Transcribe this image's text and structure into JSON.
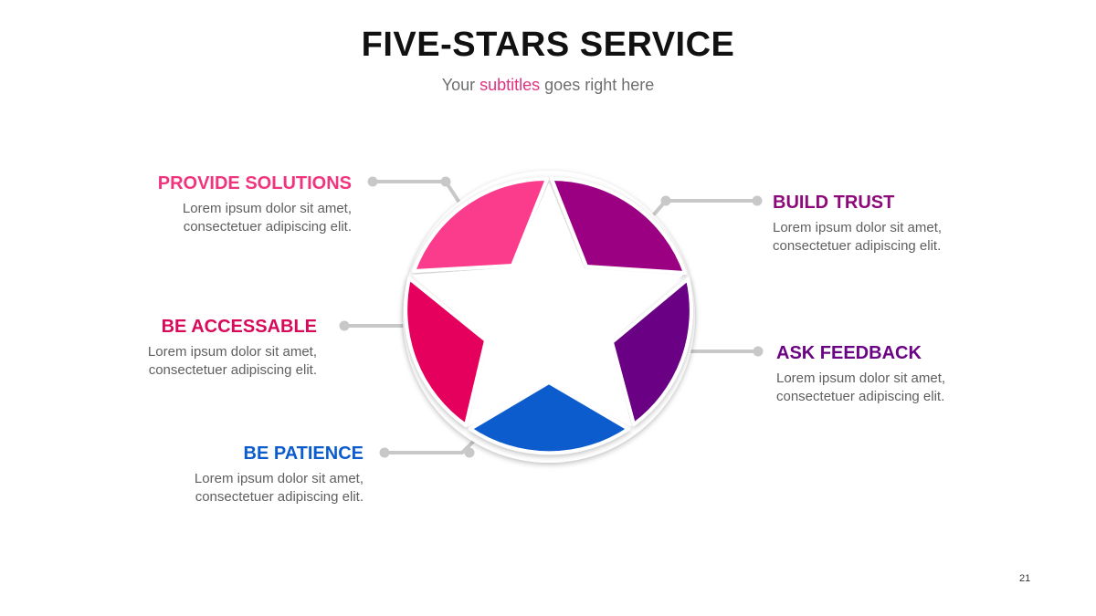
{
  "title": "FIVE-STARS SERVICE",
  "subtitle": {
    "before": "Your ",
    "highlight": "subtitles",
    "after": " goes right here"
  },
  "colors": {
    "provide": "#fb3b8c",
    "trust": "#9c0282",
    "feedback": "#6a0484",
    "patience": "#0d5ccd",
    "accessable": "#e5045d",
    "connector": "#c8c8c8",
    "subtitle_highlight": "#e2317f"
  },
  "items": [
    {
      "id": "provide-solutions",
      "title": "PROVIDE SOLUTIONS",
      "text_line1": "Lorem ipsum dolor sit amet,",
      "text_line2": "consectetuer adipiscing elit.",
      "color": "#fb3b8c"
    },
    {
      "id": "build-trust",
      "title": "BUILD TRUST",
      "text_line1": "Lorem ipsum dolor sit amet,",
      "text_line2": "consectetuer adipiscing elit.",
      "color": "#9c0282"
    },
    {
      "id": "be-accessable",
      "title": "BE ACCESSABLE",
      "text_line1": "Lorem ipsum dolor sit amet,",
      "text_line2": "consectetuer adipiscing elit.",
      "color": "#e5045d"
    },
    {
      "id": "ask-feedback",
      "title": "ASK FEEDBACK",
      "text_line1": "Lorem ipsum dolor sit amet,",
      "text_line2": "consectetuer adipiscing elit.",
      "color": "#6a0484"
    },
    {
      "id": "be-patience",
      "title": "BE PATIENCE",
      "text_line1": "Lorem ipsum dolor sit amet,",
      "text_line2": "consectetuer adipiscing elit.",
      "color": "#0d5ccd"
    }
  ],
  "page_number": "21"
}
